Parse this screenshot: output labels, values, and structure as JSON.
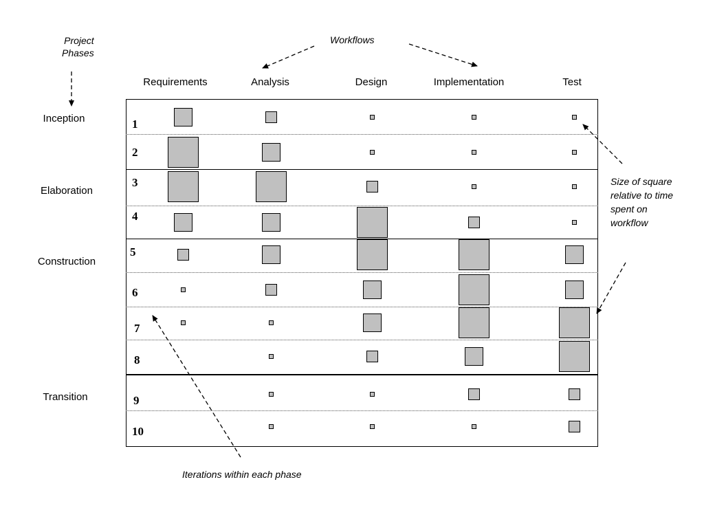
{
  "colors": {
    "square_fill": "#c0c0c0",
    "line": "#000000"
  },
  "annotations": {
    "project_phases_line1": "Project",
    "project_phases_line2": "Phases",
    "workflows": "Workflows",
    "size_note_line1": "Size of square",
    "size_note_line2": "relative to time",
    "size_note_line3": "spent on",
    "size_note_line4": "workflow",
    "iterations_note": "Iterations within each phase"
  },
  "workflows": [
    "Requirements",
    "Analysis",
    "Design",
    "Implementation",
    "Test"
  ],
  "phases": [
    "Inception",
    "Elaboration",
    "Construction",
    "Transition"
  ],
  "iterations": [
    "1",
    "2",
    "3",
    "4",
    "5",
    "6",
    "7",
    "8",
    "9",
    "10"
  ],
  "square_size_levels_note": "levels 0 = none, 1 = tiny .. 5 = largest",
  "effort_matrix": [
    [
      3,
      2,
      1,
      1,
      1
    ],
    [
      5,
      3,
      1,
      1,
      1
    ],
    [
      5,
      5,
      2,
      1,
      1
    ],
    [
      3,
      3,
      5,
      2,
      1
    ],
    [
      2,
      3,
      5,
      5,
      3
    ],
    [
      1,
      2,
      3,
      5,
      3
    ],
    [
      1,
      1,
      3,
      5,
      5
    ],
    [
      0,
      1,
      2,
      3,
      5
    ],
    [
      0,
      1,
      1,
      2,
      2
    ],
    [
      0,
      1,
      1,
      1,
      2
    ]
  ]
}
